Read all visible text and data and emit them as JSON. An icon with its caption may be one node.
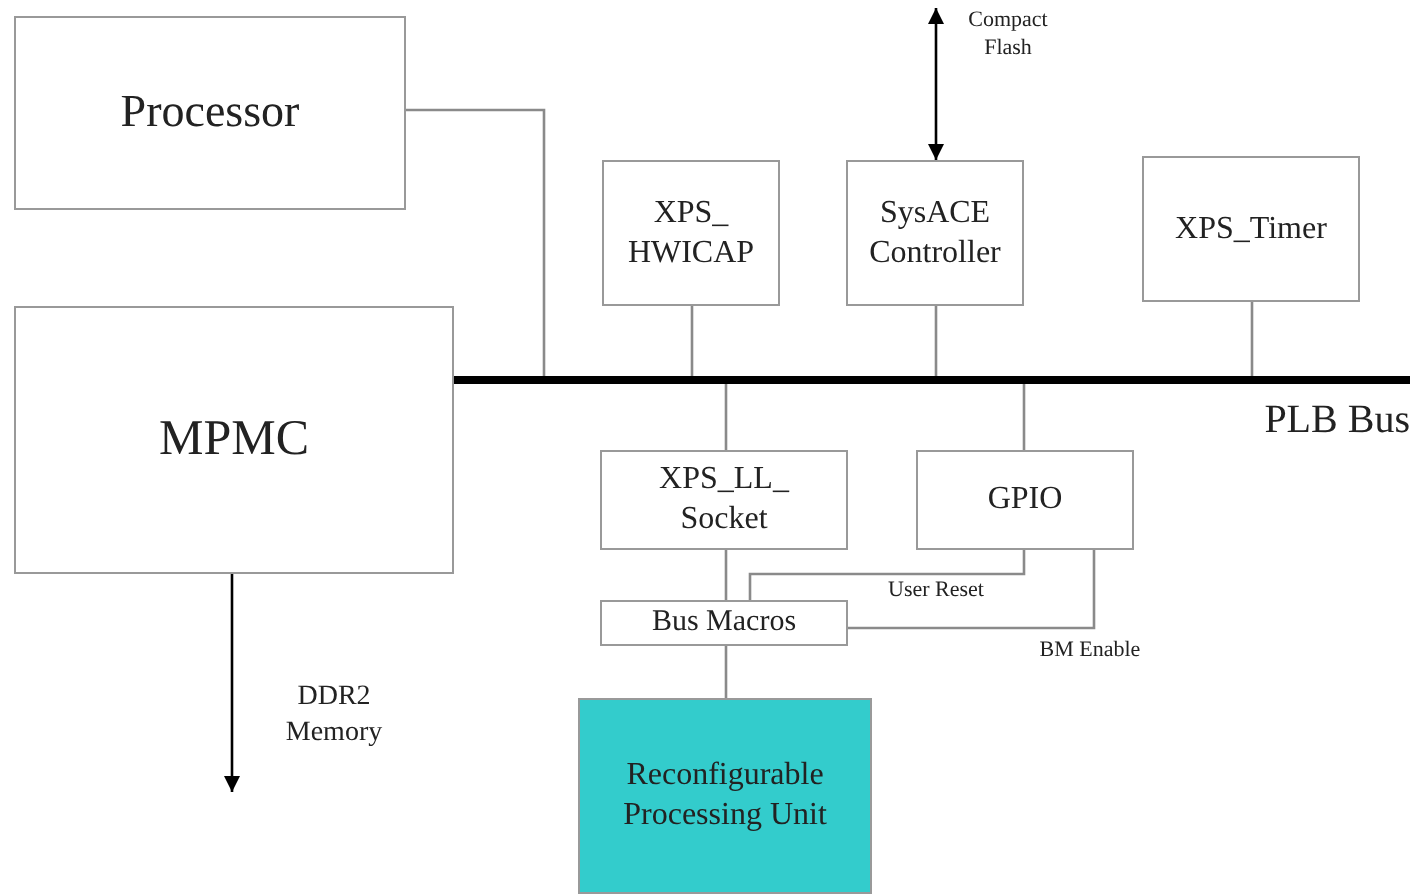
{
  "diagram": {
    "nodes": [
      {
        "text": [
          "Processor"
        ]
      },
      {
        "text": [
          "MPMC"
        ]
      },
      {
        "text": [
          "XPS_ HWICAP"
        ]
      },
      {
        "text": [
          "SysACE Controller"
        ]
      },
      {
        "text": [
          "XPS_Timer"
        ]
      },
      {
        "text": [
          "PLB Bus"
        ]
      },
      {
        "text": [
          "XPS_LL_ Socket"
        ]
      },
      {
        "text": [
          "GPIO"
        ]
      },
      {
        "text": [
          "Bus Macros"
        ]
      },
      {
        "text": [
          "Reconfigurable Processing Unit"
        ]
      }
    ],
    "edges": [
      {
        "from": 0,
        "to": 5,
        "arrow": "none"
      },
      {
        "from": 2,
        "to": 5,
        "arrow": "none"
      },
      {
        "from": 3,
        "to": 5,
        "arrow": "none"
      },
      {
        "from": 4,
        "to": 5,
        "arrow": "none"
      },
      {
        "from": 5,
        "to": 6,
        "arrow": "none"
      },
      {
        "from": 5,
        "to": 7,
        "arrow": "none"
      },
      {
        "from": 6,
        "to": 8,
        "arrow": "none"
      },
      {
        "from": 8,
        "to": 9,
        "arrow": "none"
      },
      {
        "from": 7,
        "to": 8,
        "arrow": "none",
        "label": "User Reset"
      },
      {
        "from": 7,
        "to": 8,
        "arrow": "none",
        "label": "BM Enable"
      },
      {
        "from": null,
        "to": 3,
        "arrow": "both",
        "label": "Compact Flash",
        "color": "#000000"
      },
      {
        "from": 1,
        "to": null,
        "arrow": "to",
        "label": "DDR2 Memory",
        "color": "#000000"
      }
    ]
  }
}
